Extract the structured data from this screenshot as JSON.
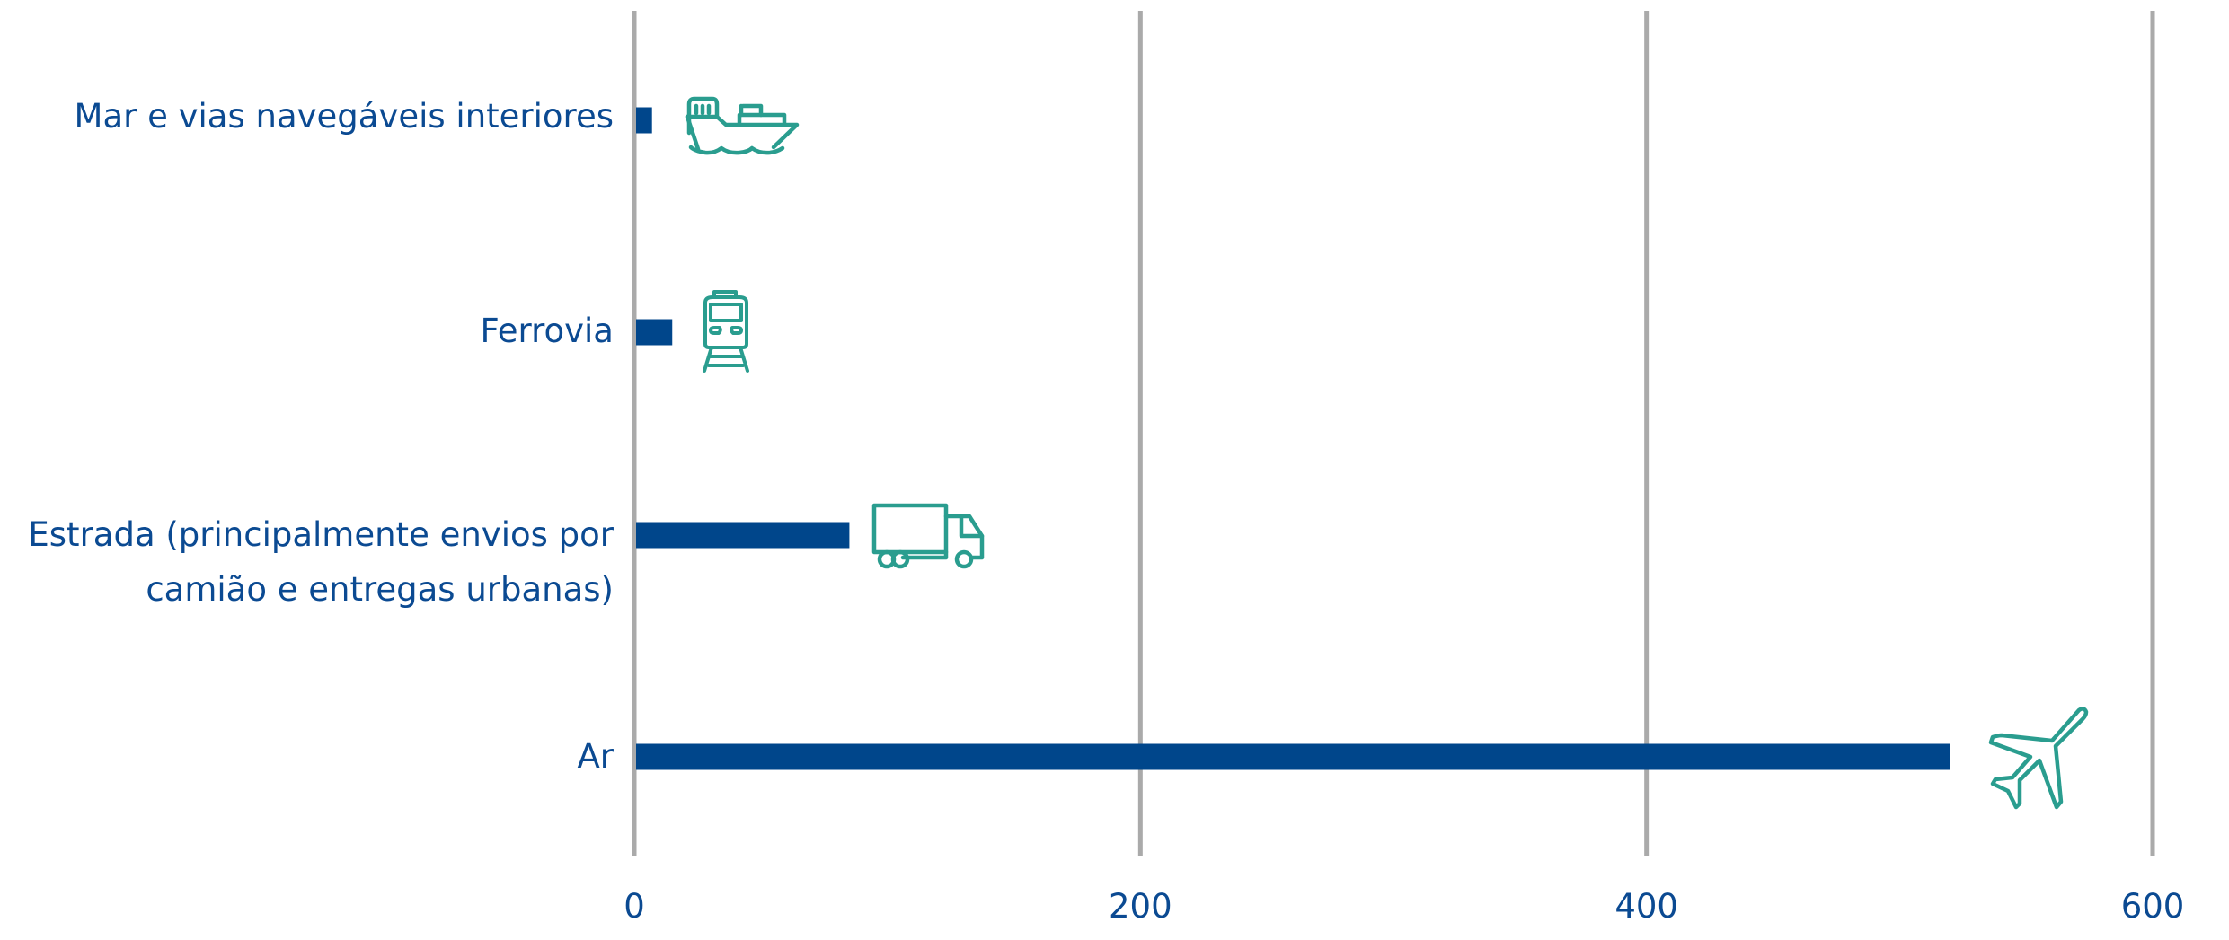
{
  "chart_data": {
    "type": "bar",
    "orientation": "horizontal",
    "title": "",
    "xlabel": "",
    "ylabel": "",
    "categories": [
      "Mar e vias navegáveis interiores",
      "Ferrovia",
      "Estrada (principalmente envios por camião e entregas urbanas)",
      "Ar"
    ],
    "category_label_lines": [
      [
        "Mar e vias navegáveis interiores"
      ],
      [
        "Ferrovia"
      ],
      [
        "Estrada (principalmente envios por",
        "camião e entregas urbanas)"
      ],
      [
        "Ar"
      ]
    ],
    "values": [
      7,
      15,
      85,
      520
    ],
    "category_icons": [
      "ship-icon",
      "train-icon",
      "truck-icon",
      "airplane-icon"
    ],
    "xlim": [
      0,
      600
    ],
    "xticks": [
      0,
      200,
      400,
      600
    ],
    "xtick_labels": [
      "0",
      "200",
      "400",
      "600"
    ],
    "grid": "vertical",
    "legend": "none",
    "colors": {
      "bar": "#00468b",
      "icon": "#2a9d8f",
      "grid": "#aaaaaa",
      "text": "#0b4a92"
    }
  }
}
